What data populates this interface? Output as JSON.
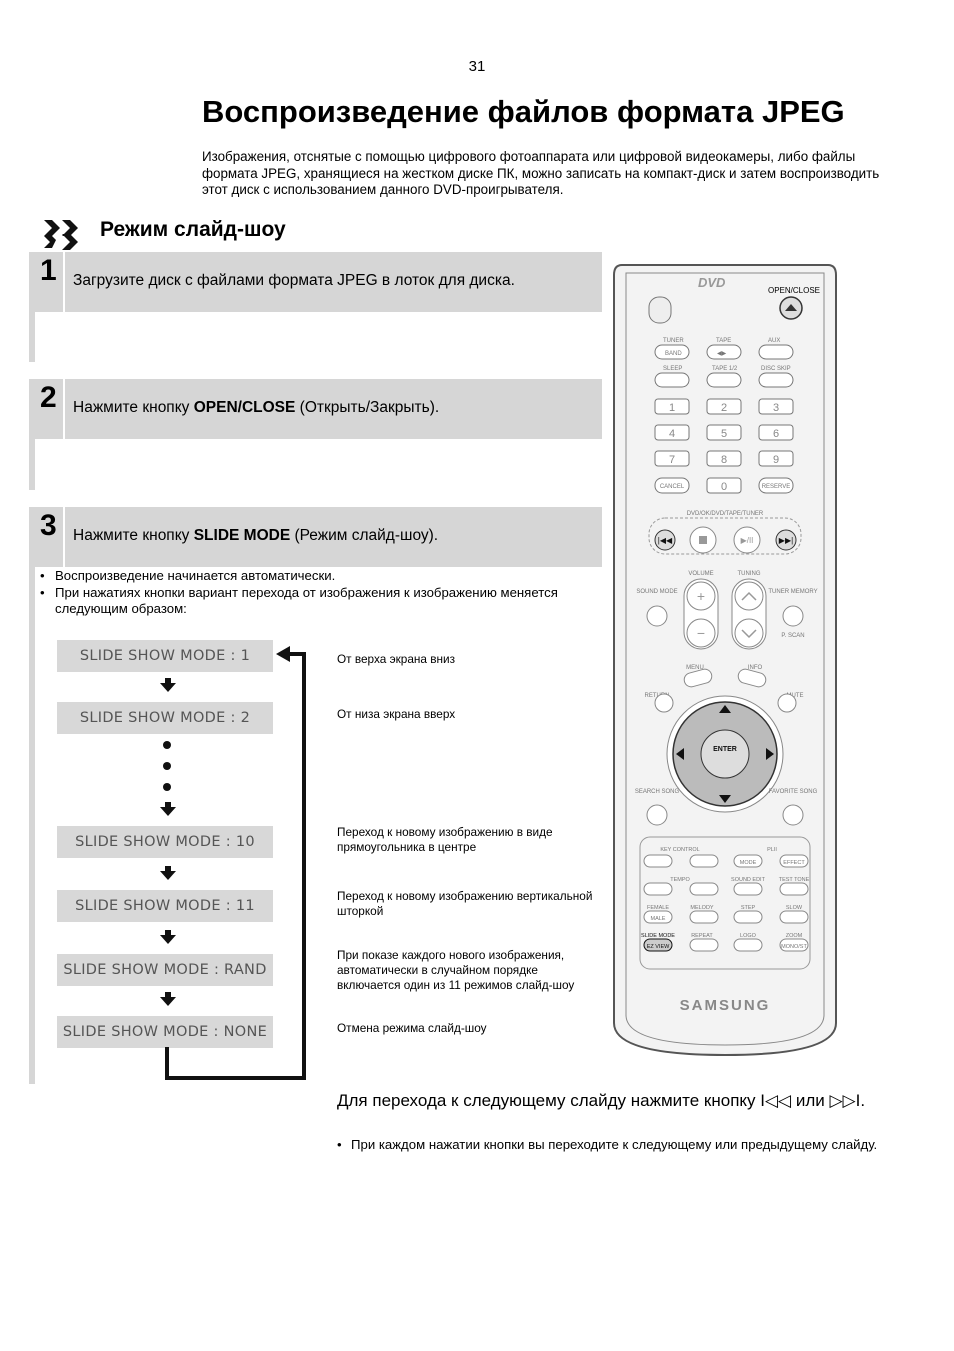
{
  "page_number": "31",
  "title": "Воспроизведение файлов формата JPEG",
  "intro": "Изображения, отснятые с помощью цифрового фотоаппарата или цифровой видеокамеры, либо файлы формата JPEG, хранящиеся на жестком диске ПК, можно записать на компакт-диск и затем воспроизводить этот диск с использованием данного DVD-проигрывателя.",
  "section": {
    "title": "Режим слайд-шоу"
  },
  "steps": [
    {
      "number": "1",
      "text": "Загрузите диск с файлами формата JPEG в лоток для диска."
    },
    {
      "number": "2",
      "pre": "Нажмите кнопку ",
      "bold": "OPEN/CLOSE",
      "post": " (Открыть/Закрыть)."
    },
    {
      "number": "3",
      "pre": "Нажмите кнопку ",
      "bold": "SLIDE MODE",
      "post": " (Режим слайд-шоу)."
    }
  ],
  "bullets": [
    "Воспроизведение начинается автоматически.",
    "При нажатиях кнопки вариант перехода от изображения к изображению меняется следующим образом:"
  ],
  "modes": [
    {
      "label": "SLIDE SHOW MODE : 1",
      "desc": "От верха экрана вниз"
    },
    {
      "label": "SLIDE SHOW MODE : 2",
      "desc": "От низа экрана вверх"
    },
    {
      "label": "SLIDE SHOW MODE : 10",
      "desc": "Переход к новому изображению в виде прямоугольника в центре"
    },
    {
      "label": "SLIDE SHOW MODE : 11",
      "desc": "Переход к новому изображению вертикальной шторкой"
    },
    {
      "label": "SLIDE SHOW MODE : RAND",
      "desc": "При показе каждого нового изображения, автоматически в случайном порядке включается один из 11 режимов слайд-шоу"
    },
    {
      "label": "SLIDE SHOW MODE : NONE",
      "desc": "Отмена режима слайд-шоу"
    }
  ],
  "remote": {
    "logo": "DVD",
    "open_close": "OPEN/CLOSE",
    "row_labels": [
      "TUNER",
      "TAPE",
      "AUX"
    ],
    "row_buttons": [
      "BAND",
      "◀▶",
      ""
    ],
    "row2_labels": [
      "SLEEP",
      "TAPE 1/2",
      "DISC SKIP"
    ],
    "digits": [
      "1",
      "2",
      "3",
      "4",
      "5",
      "6",
      "7",
      "8",
      "9"
    ],
    "cancel": "CANCEL",
    "zero": "0",
    "reserve": "RESERVE",
    "dvd_line": "DVD/OK/DVD/TAPE/TUNER",
    "volume": "VOLUME",
    "tuning": "TUNING",
    "sound_mode": "SOUND MODE",
    "tuner_memory": "TUNER MEMORY",
    "p_scan": "P. SCAN",
    "menu": "MENU",
    "info": "INFO",
    "return": "RETURN",
    "mute": "MUTE",
    "enter": "ENTER",
    "search_song": "SEARCH SONG",
    "favorite_song": "FAVORITE SONG",
    "key_control": "KEY CONTROL",
    "tempo": "TEMPO",
    "plii": "PLII",
    "mode": "MODE",
    "effect": "EFFECT",
    "sound_edit": "SOUND EDIT",
    "test_tone": "TEST TONE",
    "female": "FEMALE",
    "male": "MALE",
    "melody": "MELODY",
    "step": "STEP",
    "slow": "SLOW",
    "slide_mode": "SLIDE MODE",
    "ez_view": "EZ VIEW",
    "repeat": "REPEAT",
    "logo_btn": "LOGO",
    "zoom": "ZOOM",
    "mono_st": "MONO/ST",
    "brand": "SAMSUNG"
  },
  "bottom": {
    "line": "Для перехода к следующему слайду нажмите кнопку I◁◁ или ▷▷I.",
    "bullet": "При каждом нажатии кнопки вы переходите к следующему или предыдущему слайду."
  }
}
